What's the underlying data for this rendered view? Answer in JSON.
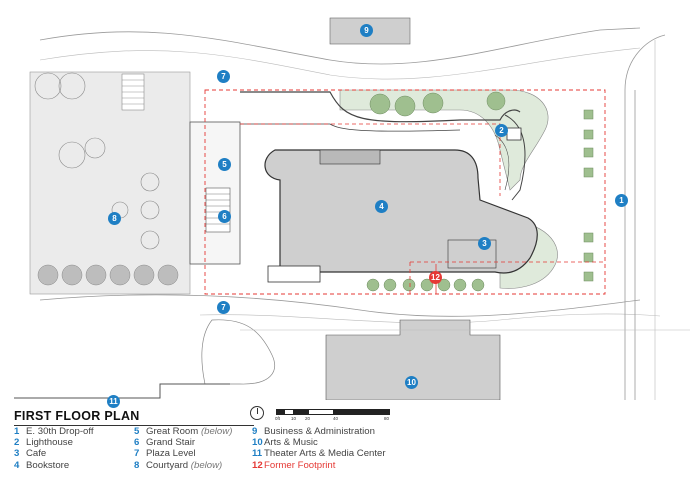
{
  "legend": {
    "title": "FIRST FLOOR PLAN",
    "items": [
      {
        "num": "1",
        "label": "E. 30th Drop-off",
        "note": ""
      },
      {
        "num": "2",
        "label": "Lighthouse",
        "note": ""
      },
      {
        "num": "3",
        "label": "Cafe",
        "note": ""
      },
      {
        "num": "4",
        "label": "Bookstore",
        "note": ""
      },
      {
        "num": "5",
        "label": "Great Room",
        "note": "(below)"
      },
      {
        "num": "6",
        "label": "Grand Stair",
        "note": ""
      },
      {
        "num": "7",
        "label": "Plaza Level",
        "note": ""
      },
      {
        "num": "8",
        "label": "Courtyard",
        "note": "(below)"
      },
      {
        "num": "9",
        "label": "Business & Administration",
        "note": ""
      },
      {
        "num": "10",
        "label": "Arts & Music",
        "note": ""
      },
      {
        "num": "11",
        "label": "Theater Arts & Media Center",
        "note": ""
      },
      {
        "num": "12",
        "label": "Former Footprint",
        "note": ""
      }
    ]
  },
  "scale": {
    "labels": [
      "0ft",
      "10",
      "20",
      "40",
      "80"
    ]
  },
  "colors": {
    "marker": "#1f7fc4",
    "highlight": "#e53935",
    "building": "#cfcfcf",
    "courtyard": "#ebebeb",
    "landscape": "#dfeadb",
    "tree": "#9fbf8f"
  },
  "markers": [
    {
      "num": "9"
    },
    {
      "num": "7"
    },
    {
      "num": "2"
    },
    {
      "num": "5"
    },
    {
      "num": "4"
    },
    {
      "num": "1"
    },
    {
      "num": "8"
    },
    {
      "num": "6"
    },
    {
      "num": "3"
    },
    {
      "num": "12"
    },
    {
      "num": "7"
    },
    {
      "num": "10"
    },
    {
      "num": "11"
    }
  ]
}
